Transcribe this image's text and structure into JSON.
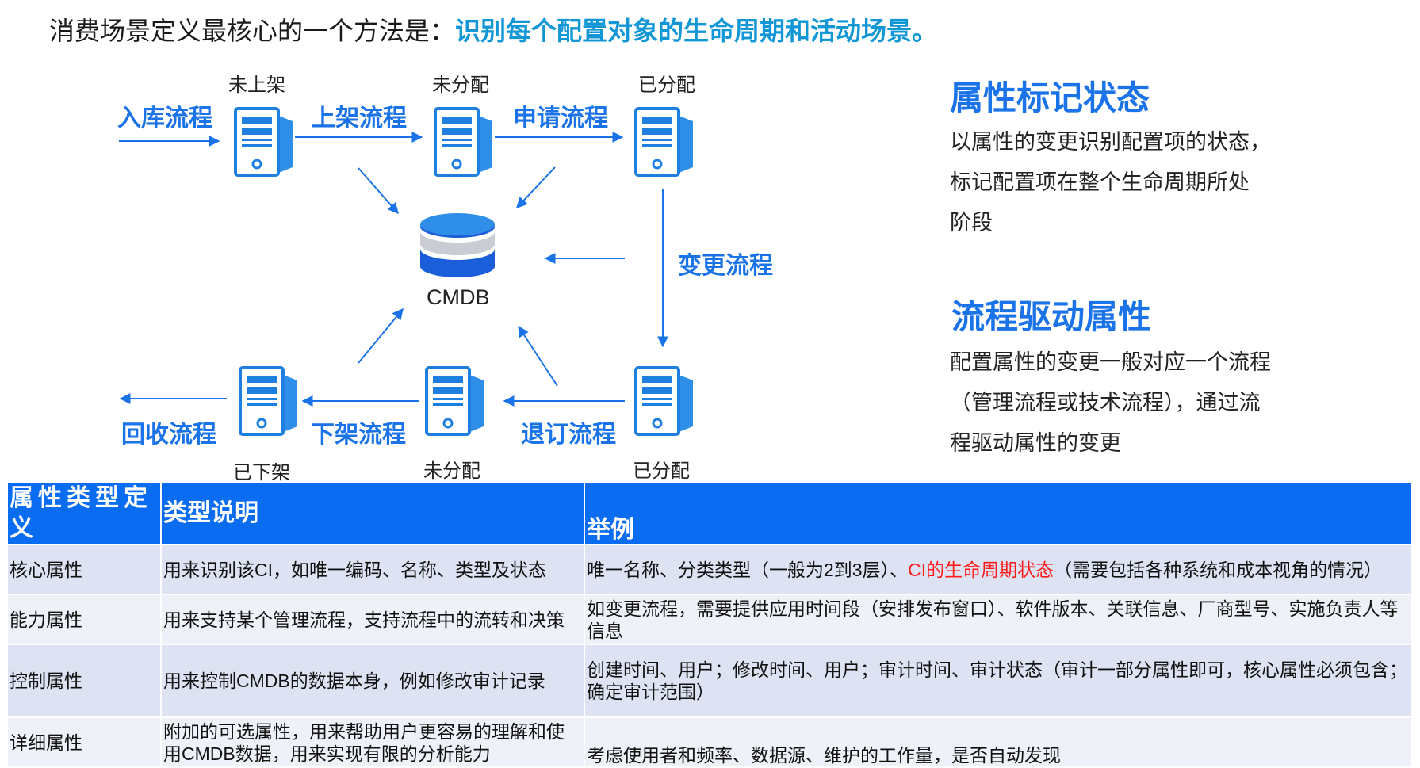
{
  "headline": {
    "prefix": "消费场景定义最核心的一个方法是：",
    "highlight": "识别每个配置对象的生命周期和活动场景。"
  },
  "diagram": {
    "center_label": "CMDB",
    "states": {
      "top_left": "未上架",
      "top_mid": "未分配",
      "top_right": "已分配",
      "bottom_left": "已下架",
      "bottom_mid": "未分配",
      "bottom_right": "已分配"
    },
    "flows": {
      "inbound": "入库流程",
      "shelve": "上架流程",
      "apply": "申请流程",
      "change": "变更流程",
      "unsubscribe": "退订流程",
      "unshelve": "下架流程",
      "recycle": "回收流程"
    },
    "colors": {
      "accent": "#1a73e8",
      "arrow": "#1a73e8"
    }
  },
  "side": {
    "section1": {
      "title": "属性标记状态",
      "lines": [
        "以属性的变更识别配置项的状态，",
        "标记配置项在整个生命周期所处",
        "阶段"
      ]
    },
    "section2": {
      "title": "流程驱动属性",
      "lines": [
        "配置属性的变更一般对应一个流程",
        "（管理流程或技术流程），通过流",
        "程驱动属性的变更"
      ]
    }
  },
  "table": {
    "headers": [
      "属性类型定义",
      "类型说明",
      "举例"
    ],
    "rows": [
      {
        "type": "核心属性",
        "desc": "用来识别该CI，如唯一编码、名称、类型及状态",
        "example_pre": "唯一名称、分类类型（一般为2到3层）、",
        "example_red": "CI的生命周期状态",
        "example_post": "（需要包括各种系统和成本视角的情况）"
      },
      {
        "type": "能力属性",
        "desc": "用来支持某个管理流程，支持流程中的流转和决策",
        "example_pre": "如变更流程，需要提供应用时间段（安排发布窗口）、软件版本、关联信息、厂商型号、实施负责人等信息",
        "example_red": "",
        "example_post": ""
      },
      {
        "type": "控制属性",
        "desc": "用来控制CMDB的数据本身，例如修改审计记录",
        "example_pre": "创建时间、用户；修改时间、用户；审计时间、审计状态（审计一部分属性即可，核心属性必须包含；确定审计范围）",
        "example_red": "",
        "example_post": ""
      },
      {
        "type": "详细属性",
        "desc": "附加的可选属性，用来帮助用户更容易的理解和使用CMDB数据，用来实现有限的分析能力",
        "example_pre": "考虑使用者和频率、数据源、维护的工作量，是否自动发现",
        "example_red": "",
        "example_post": ""
      }
    ]
  }
}
